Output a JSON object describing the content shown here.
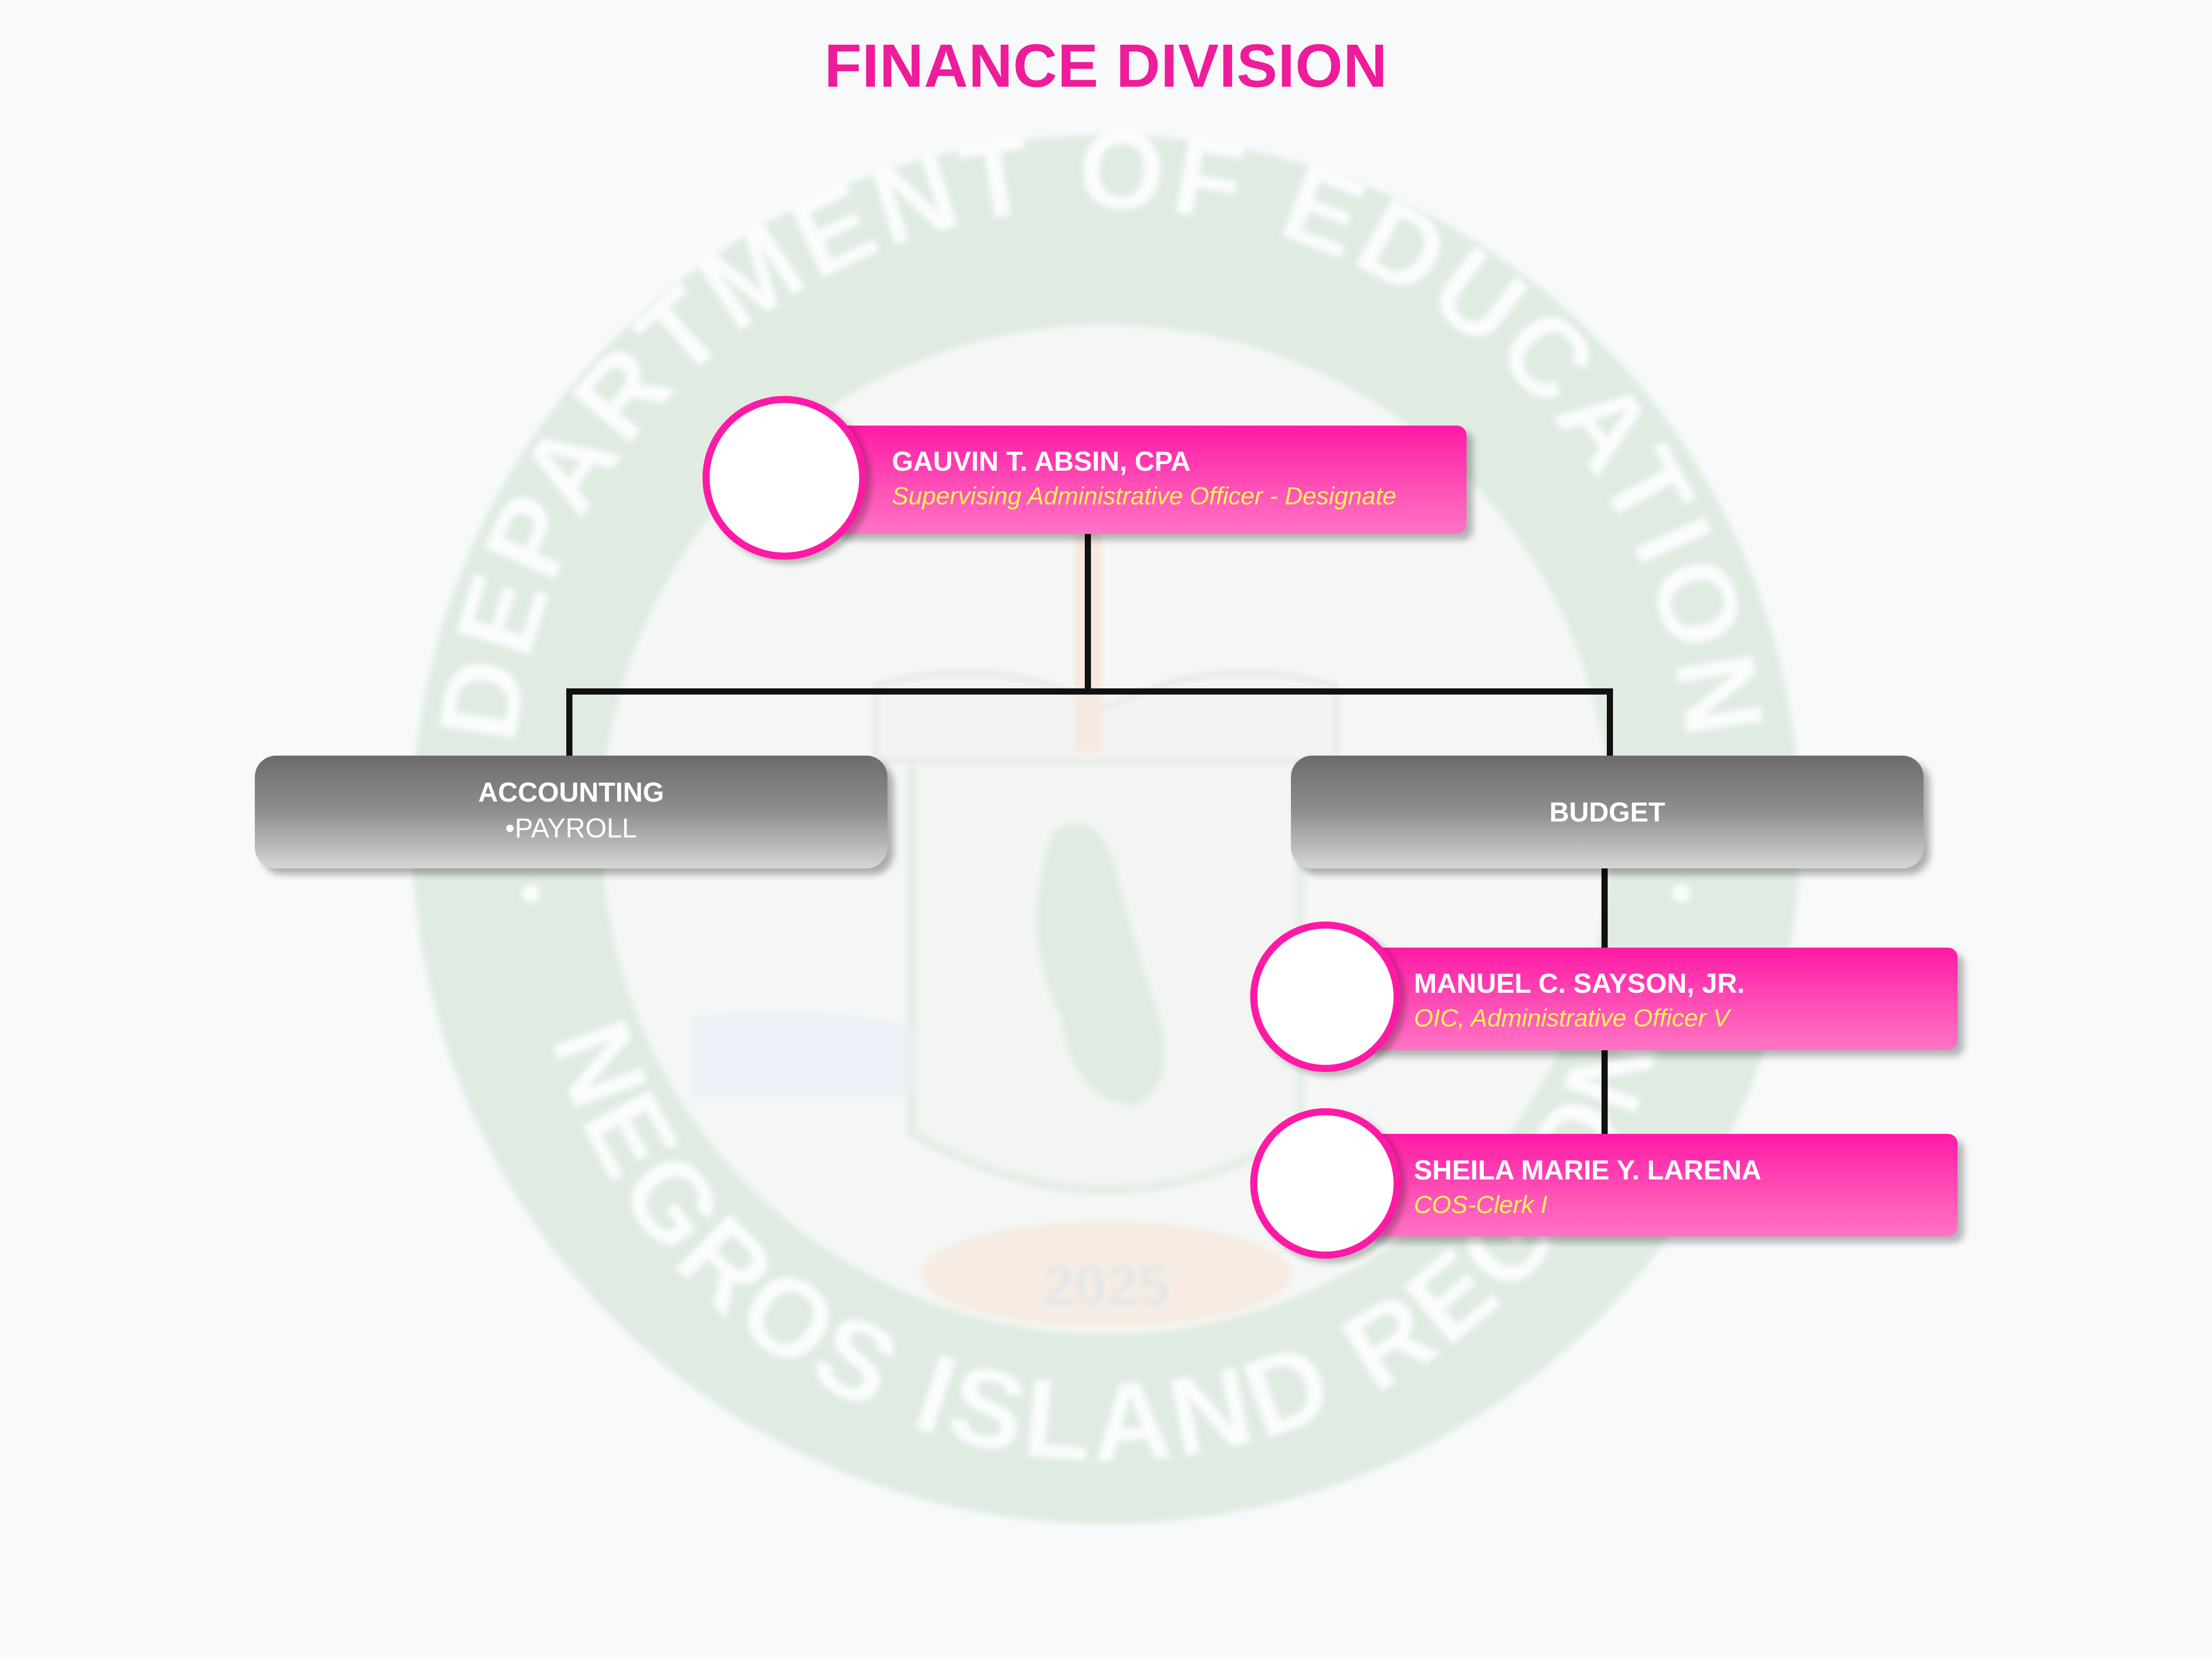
{
  "title": "FINANCE DIVISION",
  "seal": {
    "top_text": "DEPARTMENT OF EDUCATION",
    "bottom_text": "NEGROS ISLAND REGION",
    "year": "2025",
    "colors": {
      "ring": "#c9e0c8",
      "inner": "#ffffff",
      "text": "#ffffff"
    }
  },
  "head": {
    "name": "GAUVIN T. ABSIN, CPA",
    "role": "Supervising Administrative Officer - Designate"
  },
  "units": [
    {
      "name": "ACCOUNTING",
      "sub": "•PAYROLL"
    },
    {
      "name": "BUDGET"
    }
  ],
  "budget_staff": [
    {
      "name": "MANUEL C. SAYSON, JR.",
      "role": "OIC, Administrative Officer V"
    },
    {
      "name": "SHEILA MARIE Y. LARENA",
      "role": "COS-Clerk I"
    }
  ],
  "colors": {
    "accent": "#ee1c9a",
    "role_text": "#fff35a",
    "unit_box": "#8f8f8f",
    "connector": "#111111"
  }
}
